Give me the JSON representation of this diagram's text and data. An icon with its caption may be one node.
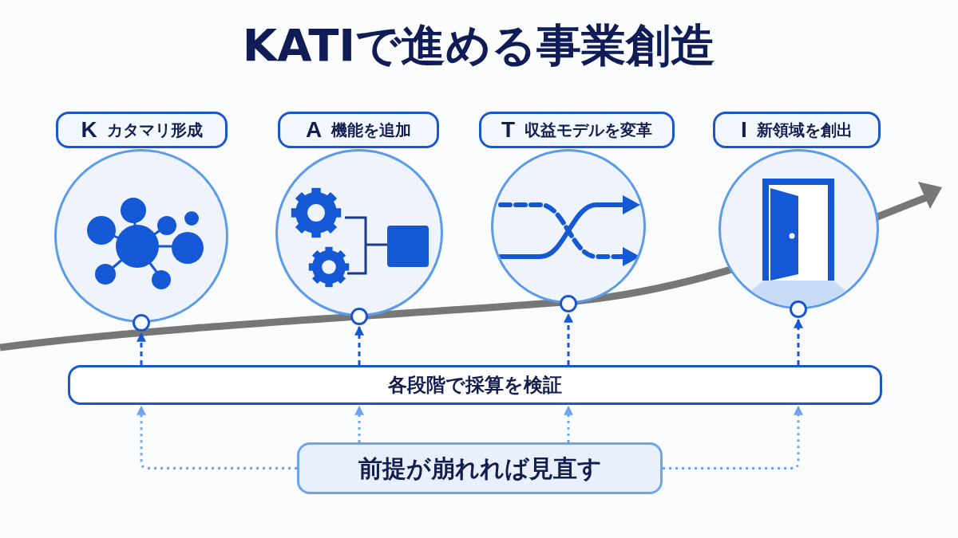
{
  "diagram": {
    "title": "KATIで進める事業創造",
    "nodes": [
      {
        "text": [
          "K",
          "カタマリ形成"
        ]
      },
      {
        "text": [
          "A",
          "機能を追加"
        ]
      },
      {
        "text": [
          "T",
          "収益モデルを変革"
        ]
      },
      {
        "text": [
          "I",
          "新領域を創出"
        ]
      },
      {
        "text": [],
        "shape": "picture"
      },
      {
        "text": [],
        "shape": "picture"
      },
      {
        "text": [],
        "shape": "picture"
      },
      {
        "text": [],
        "shape": "picture"
      },
      {
        "text": [],
        "shape": "circle"
      },
      {
        "text": [],
        "shape": "circle"
      },
      {
        "text": [],
        "shape": "circle"
      },
      {
        "text": [],
        "shape": "circle"
      },
      {
        "text": [
          "各段階で採算を検証"
        ]
      },
      {
        "text": [
          "前提が崩れれば見直す"
        ]
      }
    ],
    "edges": [
      {
        "from": 12,
        "to": 8,
        "arrow": "to",
        "style": "dashed"
      },
      {
        "from": 12,
        "to": 9,
        "arrow": "to",
        "style": "dashed"
      },
      {
        "from": 12,
        "to": 10,
        "arrow": "to",
        "style": "dashed"
      },
      {
        "from": 12,
        "to": 11,
        "arrow": "to",
        "style": "dashed"
      },
      {
        "from": 13,
        "to": 12,
        "arrow": "to",
        "style": "dashed",
        "color": "#6fa3ee"
      },
      {
        "from": 13,
        "to": 12,
        "arrow": "to",
        "style": "dashed",
        "color": "#6fa3ee"
      },
      {
        "from": 13,
        "to": 12,
        "arrow": "to",
        "style": "dashed",
        "color": "#6fa3ee"
      },
      {
        "from": 13,
        "to": 12,
        "arrow": "to",
        "style": "dashed",
        "color": "#6fa3ee"
      }
    ]
  }
}
